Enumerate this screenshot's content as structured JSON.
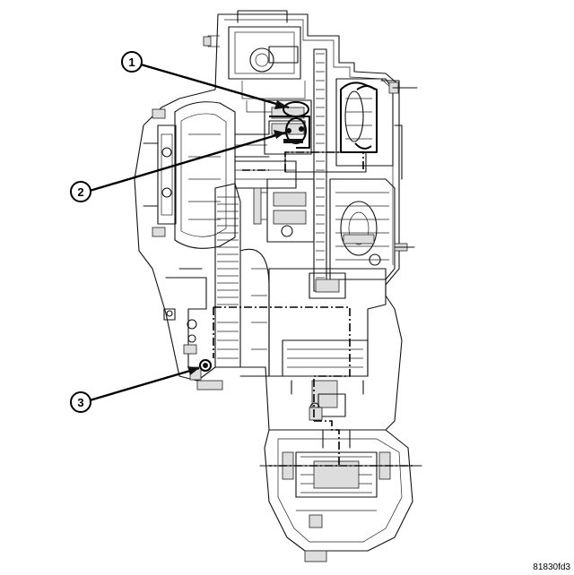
{
  "callouts": [
    {
      "id": "callout-1",
      "label": "1"
    },
    {
      "id": "callout-2",
      "label": "2"
    },
    {
      "id": "callout-3",
      "label": "3"
    }
  ],
  "figure_id": "81830fd3"
}
